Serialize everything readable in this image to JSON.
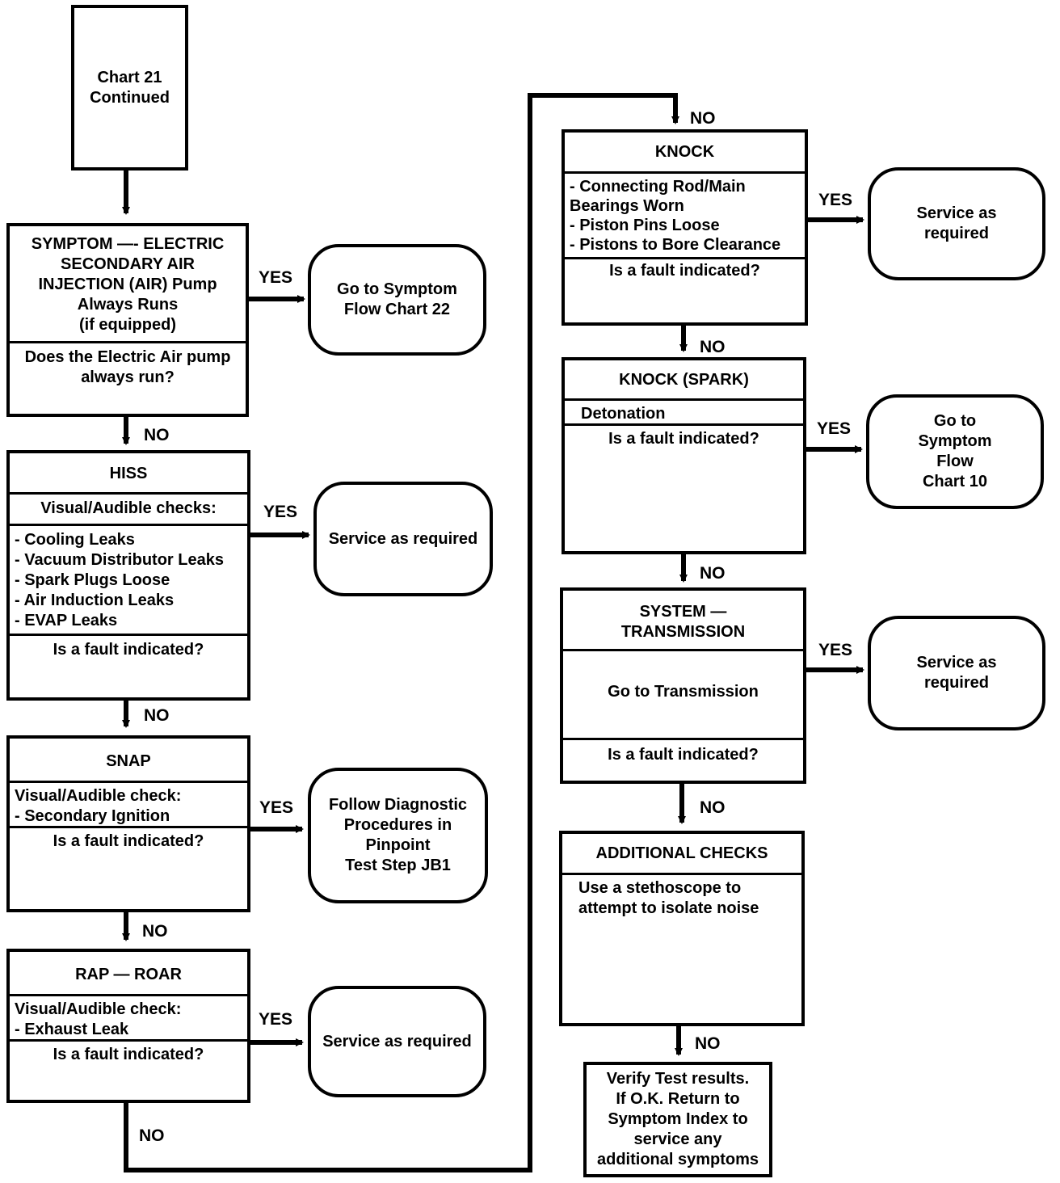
{
  "start": {
    "text": "Chart 21\nContinued"
  },
  "symptom_air": {
    "title": "SYMPTOM —- ELECTRIC\nSECONDARY AIR\nINJECTION (AIR) Pump\nAlways Runs\n(if equipped)",
    "question": "Does the Electric Air pump\nalways run?",
    "yes_target": "Go to Symptom\nFlow Chart 22"
  },
  "hiss": {
    "title": "HISS",
    "subtitle": "Visual/Audible checks:",
    "items": "- Cooling Leaks\n- Vacuum Distributor Leaks\n- Spark Plugs Loose\n- Air Induction Leaks\n- EVAP Leaks",
    "question": "Is a fault indicated?",
    "yes_target": "Service as required"
  },
  "snap": {
    "title": "SNAP",
    "checks": "Visual/Audible check:\n- Secondary Ignition",
    "question": "Is a fault indicated?",
    "yes_target": "Follow Diagnostic\nProcedures in\nPinpoint\nTest Step JB1"
  },
  "rap": {
    "title": "RAP — ROAR",
    "checks": "Visual/Audible check:\n- Exhaust Leak",
    "question": "Is a fault indicated?",
    "yes_target": "Service as required"
  },
  "knock": {
    "title": "KNOCK",
    "items": "- Connecting Rod/Main\n   Bearings Worn\n- Piston Pins Loose\n- Pistons to Bore Clearance",
    "question": "Is a fault indicated?",
    "yes_target": "Service as\nrequired"
  },
  "knock_spark": {
    "title": "KNOCK (SPARK)",
    "item": "Detonation",
    "question": "Is a fault indicated?",
    "yes_target": "Go to\nSymptom\nFlow\nChart 10"
  },
  "transmission": {
    "title": "SYSTEM —\nTRANSMISSION",
    "action": "Go to  Transmission",
    "question": "Is a fault indicated?",
    "yes_target": "Service as\nrequired"
  },
  "additional": {
    "title": "ADDITIONAL CHECKS",
    "text": "Use a stethoscope to\nattempt to isolate noise"
  },
  "final": {
    "text": "Verify Test results.\nIf O.K. Return to\nSymptom Index to\nservice any\nadditional symptoms"
  },
  "labels": {
    "yes": "YES",
    "no": "NO"
  }
}
